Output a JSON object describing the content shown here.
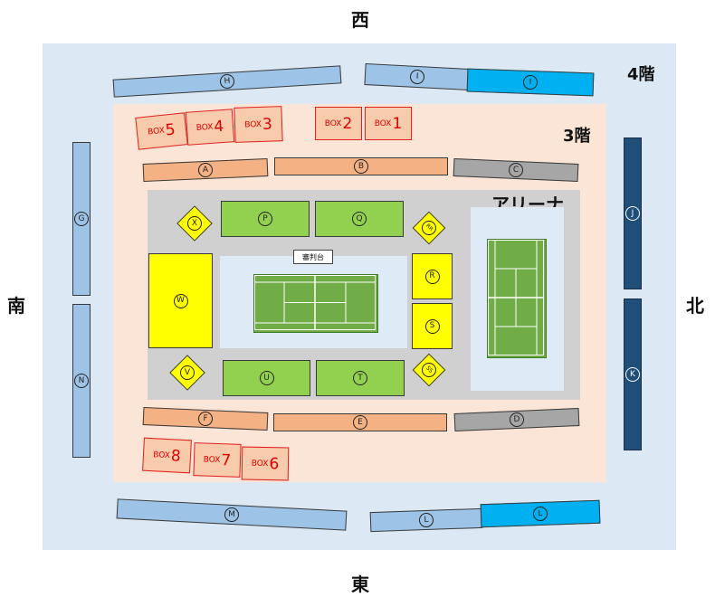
{
  "compass": {
    "west": "西",
    "east": "東",
    "south": "南",
    "north": "北"
  },
  "floors": {
    "floor4": "4階",
    "floor3": "3階",
    "arena": "アリーナ"
  },
  "judge_seat": "審判台",
  "sections": {
    "A": "A",
    "B": "B",
    "C": "C",
    "D": "D",
    "E": "E",
    "F": "F",
    "G": "G",
    "H": "H",
    "I": "I",
    "J": "J",
    "K": "K",
    "L": "L",
    "M": "M",
    "N": "N",
    "P": "P",
    "Q": "Q",
    "R": "R",
    "S": "S",
    "T": "T",
    "U": "U",
    "V": "V",
    "W": "W",
    "X": "X",
    "RR": "RR",
    "SS": "SS"
  },
  "boxes": {
    "prefix": "BOX",
    "b1": "1",
    "b2": "2",
    "b3": "3",
    "b4": "4",
    "b5": "5",
    "b6": "6",
    "b7": "7",
    "b8": "8"
  },
  "colors": {
    "floor4": "#dce8f4",
    "floor3": "#fbe5d6",
    "arena": "#d0d0d0",
    "light_blue": "#9dc3e6",
    "cyan": "#00b0f0",
    "dark_blue": "#1f4e79",
    "orange": "#f4b183",
    "gray": "#a6a6a6",
    "green": "#92d050",
    "yellow": "#ffff00",
    "box_red": "#e00000"
  }
}
